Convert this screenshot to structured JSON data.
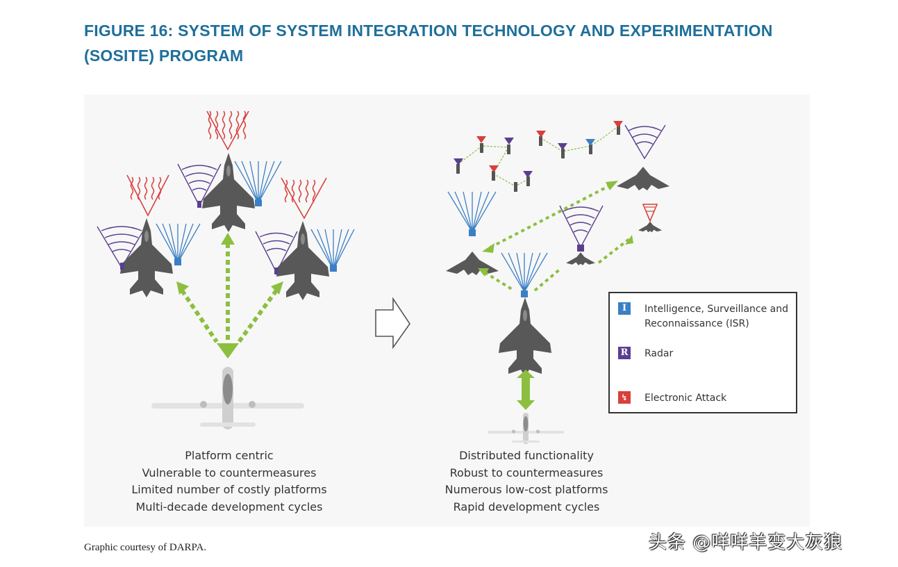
{
  "figure": {
    "title": "FIGURE 16: SYSTEM OF SYSTEM INTEGRATION TECHNOLOGY AND EXPERIMENTATION (SOSITE) PROGRAM"
  },
  "left_caption": [
    "Platform centric",
    "Vulnerable to countermeasures",
    "Limited number of costly platforms",
    "Multi-decade development cycles"
  ],
  "right_caption": [
    "Distributed functionality",
    "Robust to countermeasures",
    "Numerous low-cost platforms",
    "Rapid development cycles"
  ],
  "legend": {
    "items": [
      {
        "badge": "I",
        "label": "Intelligence, Surveillance and Reconnaissance (ISR)",
        "color": "#3b7fc4"
      },
      {
        "badge": "R",
        "label": "Radar",
        "color": "#5a3f8f"
      },
      {
        "badge": "↯",
        "label": "Electronic Attack",
        "color": "#d8403c"
      }
    ]
  },
  "credit": "Graphic courtesy of DARPA.",
  "watermark": "头条 @咩咩羊变大灰狼",
  "colors": {
    "title": "#1f6f9b",
    "link_arrow": "#8cbf3f",
    "aircraft": "#585858",
    "isr": "#3b7fc4",
    "radar": "#5a3f8f",
    "ea": "#d8403c"
  },
  "icons": {
    "transition": "hollow-right-arrow-icon",
    "aircraft": "stealth-fighter-icon",
    "drone": "uav-drone-icon",
    "command": "command-aircraft-icon"
  }
}
